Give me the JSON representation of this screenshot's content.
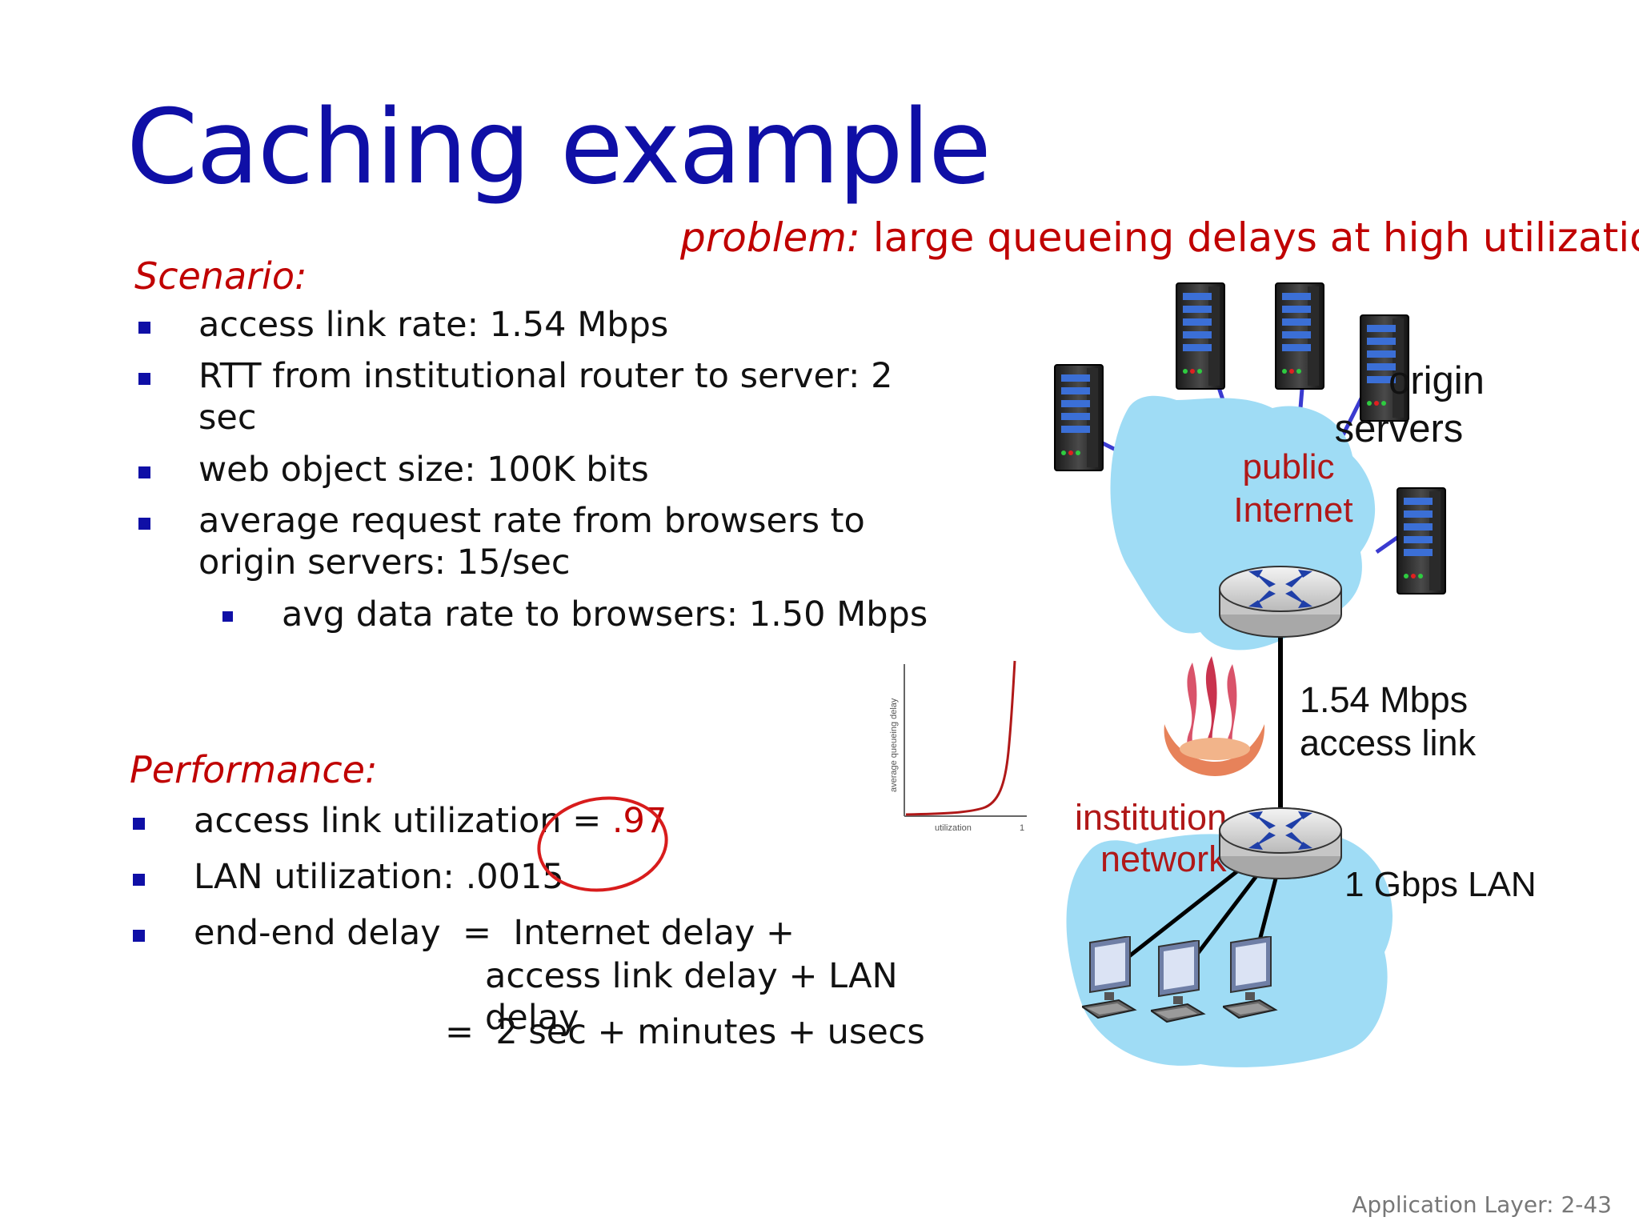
{
  "slide": {
    "title": "Caching example",
    "problem_prefix": "problem:",
    "problem_text": " large queueing delays at high utilization!",
    "footer": "Application Layer: 2-43"
  },
  "scenario": {
    "heading": "Scenario:",
    "bullets": [
      "access link rate: 1.54 Mbps",
      "RTT from institutional router to server: 2",
      "sec",
      "web object size: 100K bits",
      "average request rate from browsers to",
      "origin servers: 15/sec"
    ],
    "sub_bullet": "avg data rate to browsers: 1.50 Mbps"
  },
  "performance": {
    "heading": "Performance:",
    "util_label": "access link utilization = ",
    "util_value": ".97",
    "lan": "LAN utilization: .0015",
    "delay_1": "end-end delay  =  Internet delay +",
    "delay_2": "access link delay + LAN delay",
    "delay_3": "=  2 sec + minutes + usecs"
  },
  "diagram": {
    "origin_1": "origin",
    "origin_2": "servers",
    "public_1": "public",
    "public_2": "Internet",
    "link_1": "1.54 Mbps",
    "link_2": "access link",
    "inst_1": "institution",
    "inst_2": "network",
    "lan": "1 Gbps LAN",
    "graph_ylabel": "average queueing delay",
    "graph_xlabel": "utilization",
    "graph_xmax": "1"
  },
  "colors": {
    "title": "#0f0fa6",
    "accent_red": "#c00000",
    "cloud": "#9fdcf5",
    "server_blue": "#3b6fd6"
  },
  "icons": [
    "server-icon",
    "router-icon",
    "desktop-computer-icon",
    "fire-icon"
  ]
}
